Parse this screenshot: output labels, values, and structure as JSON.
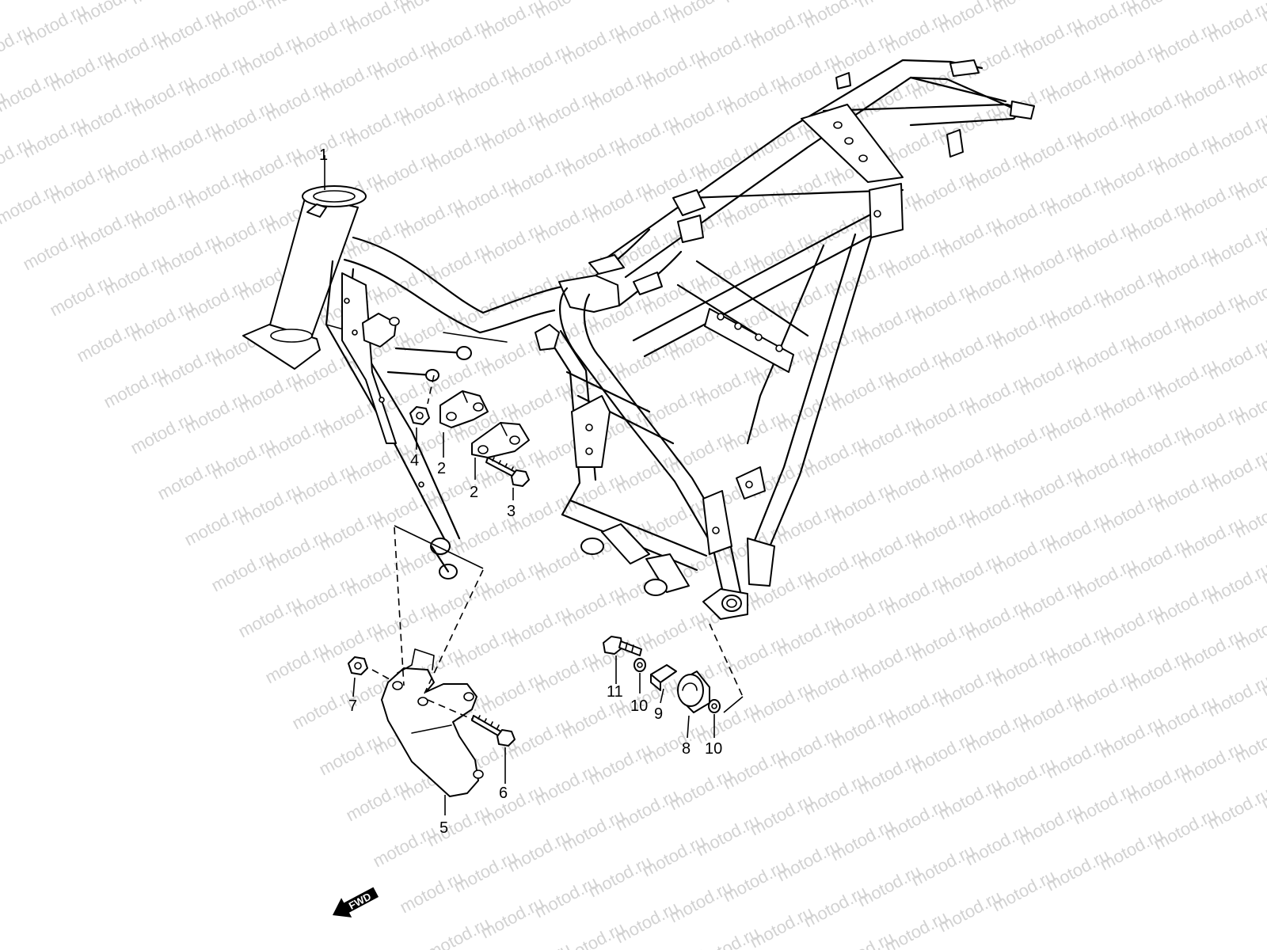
{
  "watermark": {
    "text": "motod.ru"
  },
  "callouts": [
    {
      "id": "1",
      "label": "1"
    },
    {
      "id": "2a",
      "label": "2"
    },
    {
      "id": "2b",
      "label": "2"
    },
    {
      "id": "3",
      "label": "3"
    },
    {
      "id": "4",
      "label": "4"
    },
    {
      "id": "5",
      "label": "5"
    },
    {
      "id": "6",
      "label": "6"
    },
    {
      "id": "7",
      "label": "7"
    },
    {
      "id": "8",
      "label": "8"
    },
    {
      "id": "9",
      "label": "9"
    },
    {
      "id": "10a",
      "label": "10"
    },
    {
      "id": "10b",
      "label": "10"
    },
    {
      "id": "11",
      "label": "11"
    }
  ],
  "fwd_arrow": {
    "label": "FWD"
  }
}
